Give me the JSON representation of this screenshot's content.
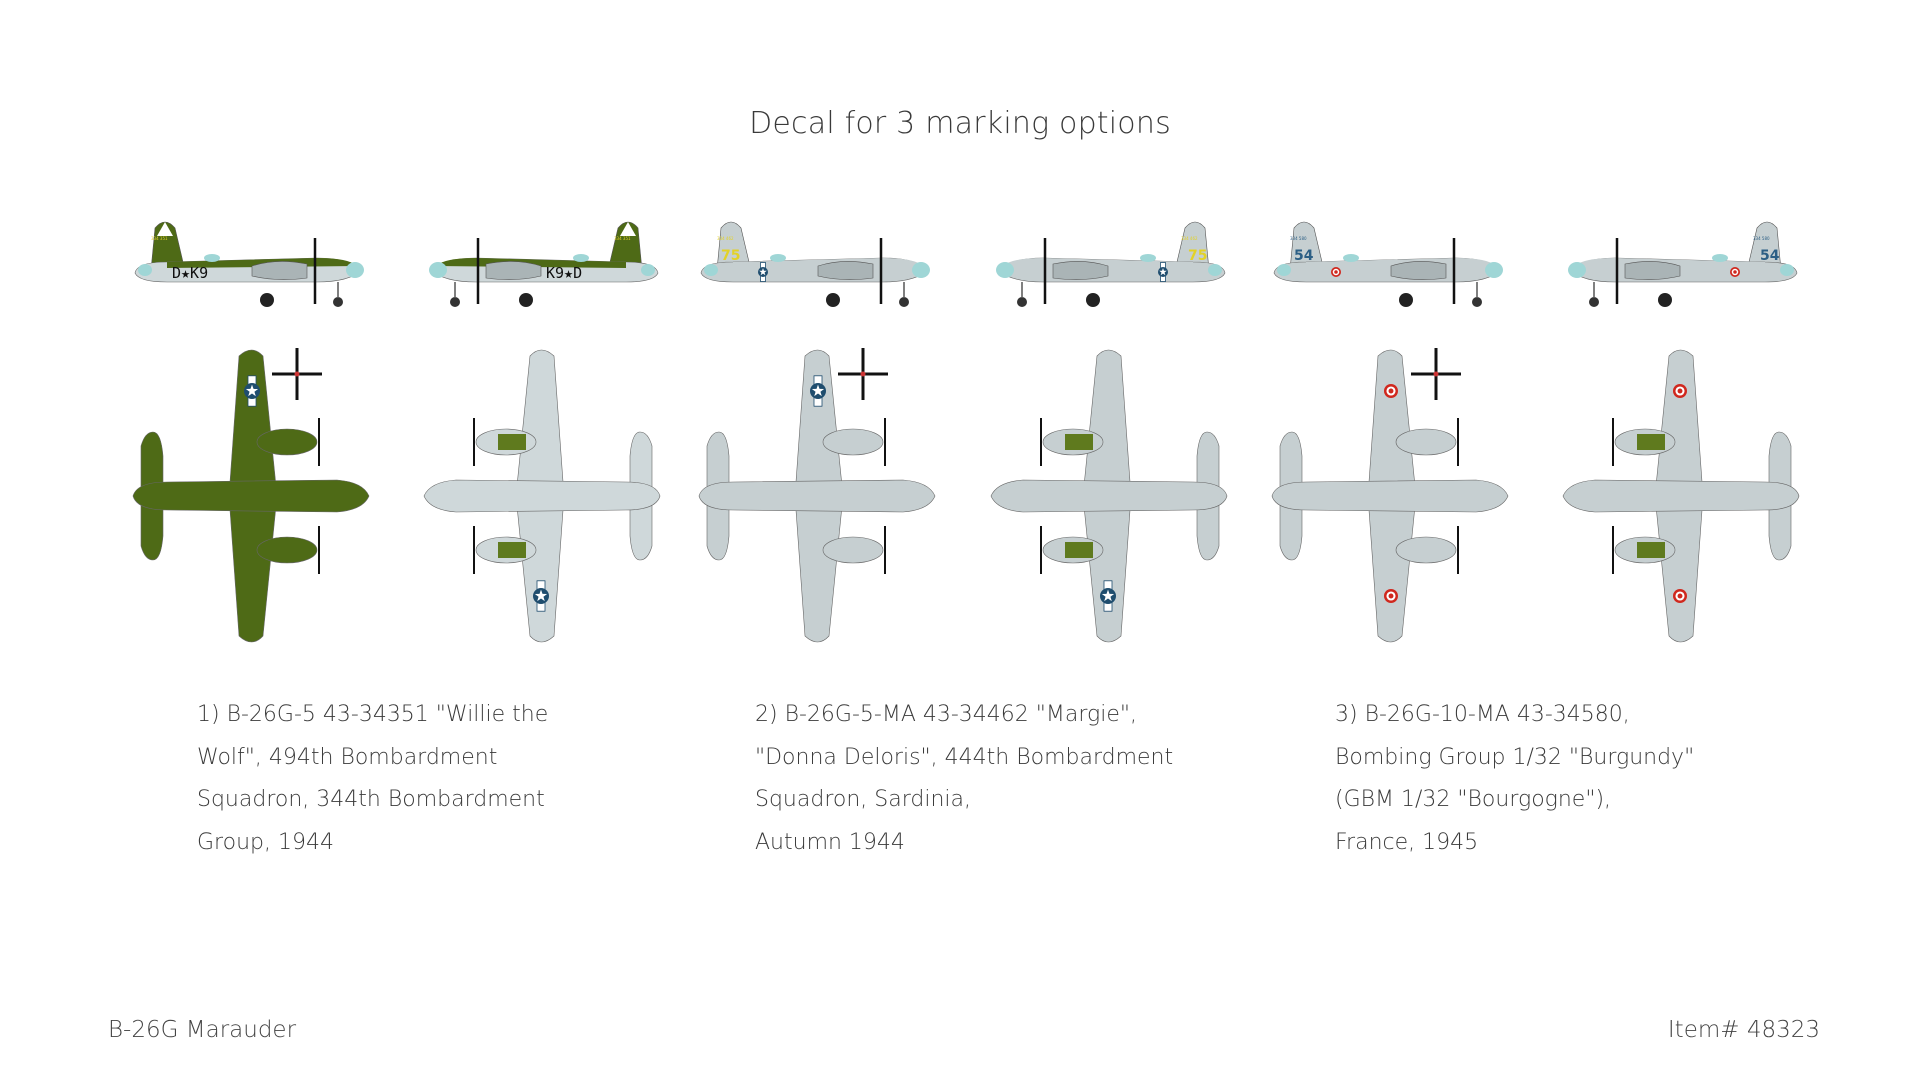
{
  "header": {
    "title": "Decal for 3 marking options"
  },
  "options": [
    {
      "lines": [
        "1) B-26G-5 43-34351 \"Willie the",
        "Wolf\", 494th Bombardment",
        "Squadron, 344th Bombardment",
        "Group, 1944"
      ],
      "side_code_left": "D★K9",
      "side_code_right": "K9★D",
      "tail_serial": "334 351",
      "upper_color": "#4e6a16",
      "lower_color": "#cfd8da",
      "insignia": "us-star",
      "tail_marking": "triangle"
    },
    {
      "lines": [
        "2) B-26G-5-MA 43-34462 \"Margie\",",
        "\"Donna Deloris\", 444th Bombardment",
        "Squadron, Sardinia,",
        "Autumn 1944"
      ],
      "tail_serial": "334 462",
      "tail_code": "75",
      "upper_color": "#c6cfd1",
      "lower_color": "#c6cfd1",
      "insignia": "us-star",
      "tail_marking": "yellow-75"
    },
    {
      "lines": [
        "3) B-26G-10-MA 43-34580,",
        "Bombing Group 1/32 \"Burgundy\"",
        "(GBM 1/32 \"Bourgogne\"),",
        "France, 1945"
      ],
      "tail_serial": "334 580",
      "tail_code": "54",
      "upper_color": "#c6cfd1",
      "lower_color": "#c6cfd1",
      "insignia": "french-roundel",
      "tail_marking": "blue-54"
    }
  ],
  "colors": {
    "star_blue": "#1f4d6e",
    "roundel_red": "#d0281e",
    "nose_cyan": "#9fd6d6",
    "olive": "#4e6a16",
    "yellow": "#e3d227",
    "code_blue": "#2c5f85"
  },
  "footer": {
    "model": "B-26G Marauder",
    "item": "Item# 48323"
  }
}
